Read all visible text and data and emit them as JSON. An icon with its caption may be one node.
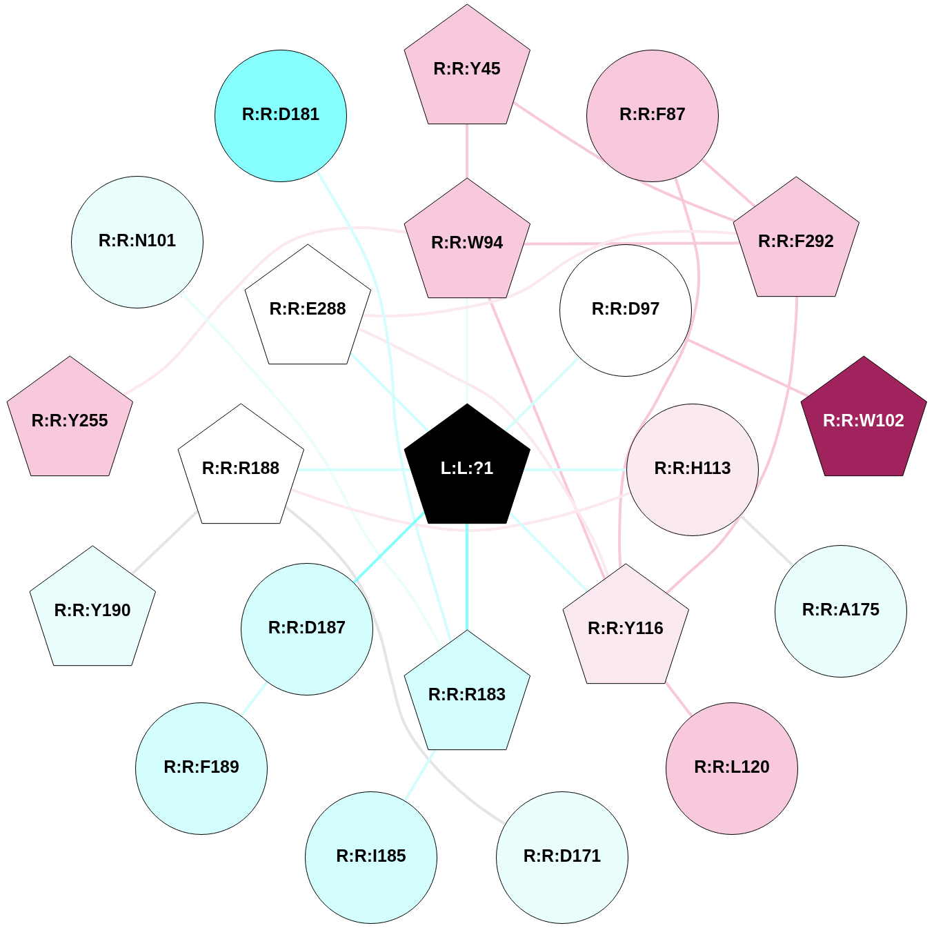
{
  "diagram": {
    "nodes": [
      {
        "text": [
          "R:R:Y45"
        ]
      },
      {
        "text": [
          "R:R:D181"
        ]
      },
      {
        "text": [
          "R:R:F87"
        ]
      },
      {
        "text": [
          "R:R:N101"
        ]
      },
      {
        "text": [
          "R:R:W94"
        ]
      },
      {
        "text": [
          "R:R:F292"
        ]
      },
      {
        "text": [
          "R:R:E288"
        ]
      },
      {
        "text": [
          "R:R:D97"
        ]
      },
      {
        "text": [
          "R:R:Y255"
        ]
      },
      {
        "text": [
          "R:R:W102"
        ]
      },
      {
        "text": [
          "R:R:R188"
        ]
      },
      {
        "text": [
          "L:L:?1"
        ]
      },
      {
        "text": [
          "R:R:H113"
        ]
      },
      {
        "text": [
          "R:R:Y190"
        ]
      },
      {
        "text": [
          "R:R:A175"
        ]
      },
      {
        "text": [
          "R:R:D187"
        ]
      },
      {
        "text": [
          "R:R:Y116"
        ]
      },
      {
        "text": [
          "R:R:R183"
        ]
      },
      {
        "text": [
          "R:R:F189"
        ]
      },
      {
        "text": [
          "R:R:L120"
        ]
      },
      {
        "text": [
          "R:R:I185"
        ]
      },
      {
        "text": [
          "R:R:D171"
        ]
      }
    ],
    "edges": [
      {
        "from": 0,
        "to": 4,
        "arrow": "none"
      },
      {
        "from": 0,
        "to": 5,
        "arrow": "none"
      },
      {
        "from": 2,
        "to": 5,
        "arrow": "none"
      },
      {
        "from": 2,
        "to": 16,
        "arrow": "none"
      },
      {
        "from": 4,
        "to": 5,
        "arrow": "none"
      },
      {
        "from": 4,
        "to": 16,
        "arrow": "none"
      },
      {
        "from": 4,
        "to": 11,
        "arrow": "none",
        "color": "#eafefe"
      },
      {
        "from": 8,
        "to": 4,
        "arrow": "none",
        "color": "#fbe8f0"
      },
      {
        "from": 6,
        "to": 5,
        "arrow": "none",
        "color": "#fbe8f0"
      },
      {
        "from": 6,
        "to": 11,
        "arrow": "none",
        "color": "#d4fefe"
      },
      {
        "from": 6,
        "to": 16,
        "arrow": "none",
        "color": "#fbe8f0"
      },
      {
        "from": 1,
        "to": 17,
        "arrow": "none",
        "color": "#d4fefe"
      },
      {
        "from": 3,
        "to": 17,
        "arrow": "none",
        "color": "#eafefe"
      },
      {
        "from": 7,
        "to": 11,
        "arrow": "none",
        "color": "#d4fefe"
      },
      {
        "from": 7,
        "to": 9,
        "arrow": "none"
      },
      {
        "from": 10,
        "to": 11,
        "arrow": "none",
        "color": "#d4fefe"
      },
      {
        "from": 10,
        "to": 12,
        "arrow": "none",
        "color": "#fbe8f0"
      },
      {
        "from": 10,
        "to": 13,
        "arrow": "none",
        "color": "#e5e5e5"
      },
      {
        "from": 10,
        "to": 21,
        "arrow": "none",
        "color": "#e5e5e5"
      },
      {
        "from": 11,
        "to": 12,
        "arrow": "none",
        "color": "#d4fefe"
      },
      {
        "from": 11,
        "to": 15,
        "arrow": "none",
        "color": "#88ffff"
      },
      {
        "from": 11,
        "to": 17,
        "arrow": "none",
        "color": "#88ffff"
      },
      {
        "from": 11,
        "to": 16,
        "arrow": "none",
        "color": "#d4fefe"
      },
      {
        "from": 5,
        "to": 16,
        "arrow": "none"
      },
      {
        "from": 12,
        "to": 14,
        "arrow": "none",
        "color": "#e5e5e5"
      },
      {
        "from": 16,
        "to": 19,
        "arrow": "none"
      },
      {
        "from": 15,
        "to": 18,
        "arrow": "none",
        "color": "#d4fefe"
      },
      {
        "from": 17,
        "to": 20,
        "arrow": "none",
        "color": "#d4fefe"
      }
    ]
  }
}
